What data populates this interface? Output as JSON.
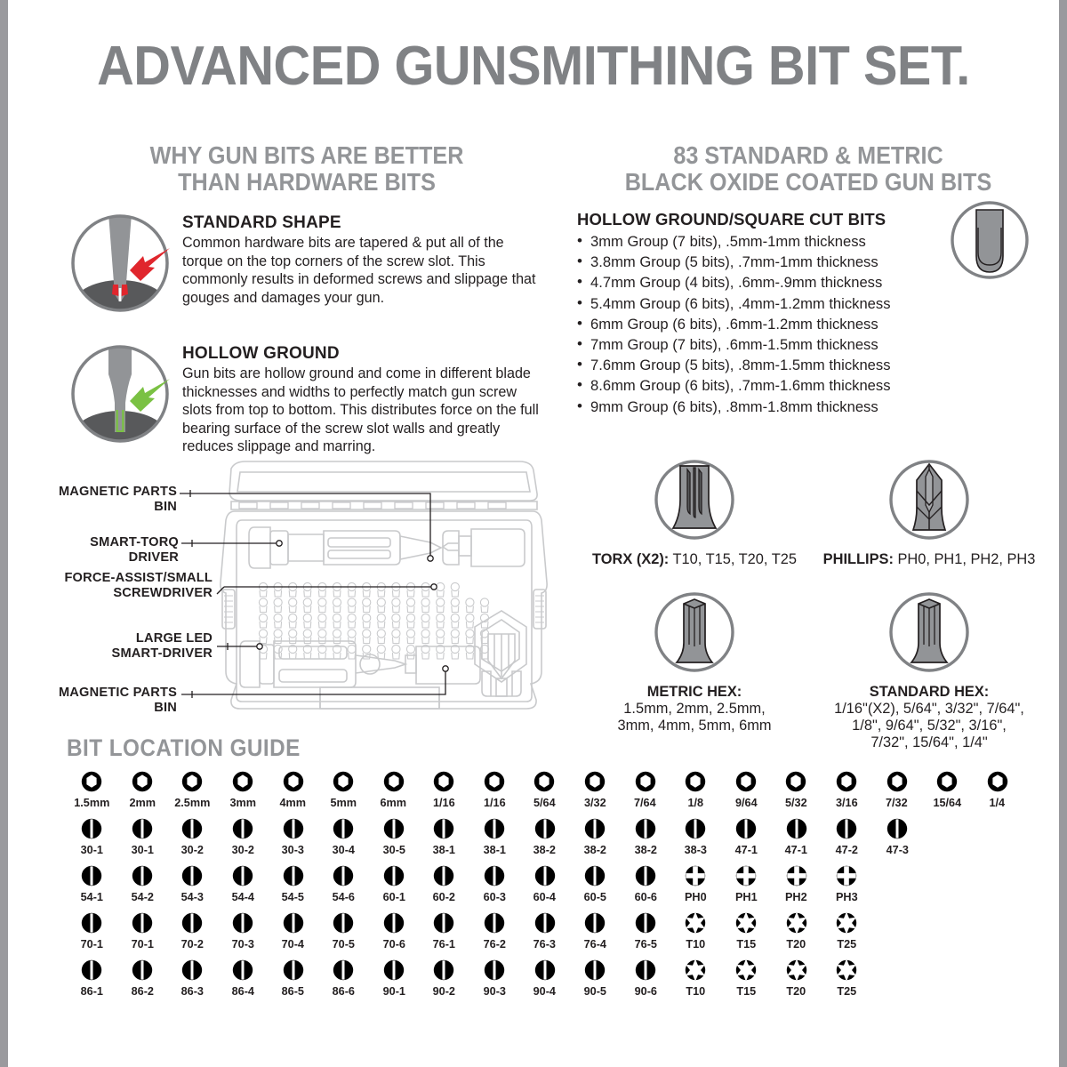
{
  "title": "ADVANCED GUNSMITHING BIT SET.",
  "left": {
    "heading_line1": "WHY GUN BITS ARE BETTER",
    "heading_line2": "THAN HARDWARE BITS",
    "features": [
      {
        "icon": "standard-shape-bit-icon",
        "title": "STANDARD SHAPE",
        "text": "Common hardware bits are tapered & put all of the torque on the top corners of the screw slot. This commonly results in deformed screws and slippage that gouges and damages your gun.",
        "arrow_color": "#e0262d"
      },
      {
        "icon": "hollow-ground-bit-icon",
        "title": "HOLLOW GROUND",
        "text": "Gun bits are hollow ground and come in different blade thicknesses and widths to perfectly match gun screw slots from top to bottom. This distributes force on the full bearing surface of the screw slot walls and greatly reduces slippage and marring.",
        "arrow_color": "#7ac143"
      }
    ],
    "callouts": [
      "MAGNETIC PARTS BIN",
      "SMART-TORQ DRIVER",
      "FORCE-ASSIST/SMALL\nSCREWDRIVER",
      "LARGE LED\nSMART-DRIVER",
      "MAGNETIC PARTS BIN"
    ]
  },
  "right": {
    "heading_line1": "83 STANDARD & METRIC",
    "heading_line2": "BLACK OXIDE COATED GUN BITS",
    "sub_head": "HOLLOW GROUND/SQUARE CUT BITS",
    "bullets": [
      "3mm Group (7 bits), .5mm-1mm thickness",
      "3.8mm Group (5 bits), .7mm-1mm thickness",
      "4.7mm Group (4 bits), .6mm-.9mm thickness",
      "5.4mm Group (6 bits), .4mm-1.2mm thickness",
      "6mm Group (6 bits), .6mm-1.2mm thickness",
      "7mm Group (7 bits), .6mm-1.5mm thickness",
      "7.6mm Group (5 bits), .8mm-1.5mm thickness",
      "8.6mm Group (6 bits), .7mm-1.6mm thickness",
      "9mm Group (6 bits), .8mm-1.8mm thickness"
    ],
    "bit_types": [
      {
        "icon": "torx-bit-icon",
        "name": "TORX (X2):",
        "values": " T10, T15, T20, T25"
      },
      {
        "icon": "phillips-bit-icon",
        "name": "PHILLIPS:",
        "values": " PH0, PH1, PH2, PH3"
      },
      {
        "icon": "metric-hex-bit-icon",
        "name": "METRIC HEX:",
        "values": "1.5mm, 2mm, 2.5mm,\n3mm, 4mm, 5mm, 6mm"
      },
      {
        "icon": "standard-hex-bit-icon",
        "name": "STANDARD HEX:",
        "values": "1/16\"(X2), 5/64\", 3/32\", 7/64\",\n1/8\", 9/64\", 5/32\", 3/16\",\n7/32\", 15/64\", 1/4\""
      }
    ]
  },
  "guide": {
    "title": "BIT LOCATION GUIDE",
    "rows": [
      {
        "type": "hex",
        "labels": [
          "1.5mm",
          "2mm",
          "2.5mm",
          "3mm",
          "4mm",
          "5mm",
          "6mm",
          "1/16",
          "1/16",
          "5/64",
          "3/32",
          "7/64",
          "1/8",
          "9/64",
          "5/32",
          "3/16",
          "7/32",
          "15/64",
          "1/4"
        ]
      },
      {
        "type": "slot",
        "labels": [
          "30-1",
          "30-1",
          "30-2",
          "30-2",
          "30-3",
          "30-4",
          "30-5",
          "38-1",
          "38-1",
          "38-2",
          "38-2",
          "38-2",
          "38-3",
          "47-1",
          "47-1",
          "47-2",
          "47-3"
        ]
      },
      {
        "type": "slot",
        "labels": [
          "54-1",
          "54-2",
          "54-3",
          "54-4",
          "54-5",
          "54-6",
          "60-1",
          "60-2",
          "60-3",
          "60-4",
          "60-5",
          "60-6"
        ],
        "tail_type": "phillips",
        "tail_labels": [
          "PH0",
          "PH1",
          "PH2",
          "PH3"
        ]
      },
      {
        "type": "slot",
        "labels": [
          "70-1",
          "70-1",
          "70-2",
          "70-3",
          "70-4",
          "70-5",
          "70-6",
          "76-1",
          "76-2",
          "76-3",
          "76-4",
          "76-5"
        ],
        "tail_type": "torx",
        "tail_labels": [
          "T10",
          "T15",
          "T20",
          "T25"
        ]
      },
      {
        "type": "slot",
        "labels": [
          "86-1",
          "86-2",
          "86-3",
          "86-4",
          "86-5",
          "86-6",
          "90-1",
          "90-2",
          "90-3",
          "90-4",
          "90-5",
          "90-6"
        ],
        "tail_type": "torx",
        "tail_labels": [
          "T10",
          "T15",
          "T20",
          "T25"
        ]
      }
    ]
  },
  "colors": {
    "gray_heading": "#939598",
    "title_gray": "#808285",
    "red_arrow": "#e0262d",
    "green_arrow": "#7ac143",
    "border": "#9a9a9e",
    "bit_gray": "#929497",
    "dark_gray": "#58595b"
  }
}
